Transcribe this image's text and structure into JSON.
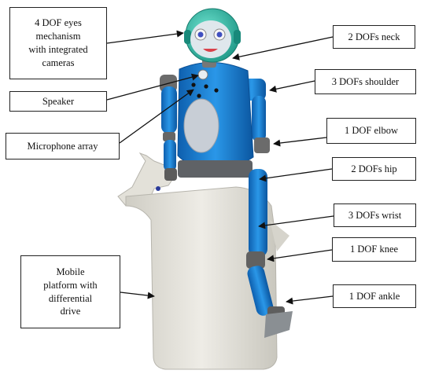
{
  "figure": {
    "subject": "humanoid robot with blue body and teal head mounted on white mobile base",
    "colors": {
      "robot_blue": "#1f86d6",
      "head_teal": "#2bb7a5",
      "base_white": "#e6e4dc",
      "joint_gray": "#6d6d6d",
      "box_border": "#222222"
    }
  },
  "labels": {
    "eyes": "4 DOF eyes\nmechanism\nwith integrated\ncameras",
    "speaker": "Speaker",
    "mic": "Microphone array",
    "platform": "Mobile\nplatform with\ndifferential\ndrive",
    "neck": "2 DOFs neck",
    "shoulder": "3 DOFs shoulder",
    "elbow": "1 DOF elbow",
    "hip": "2 DOFs hip",
    "wrist": "3 DOFs wrist",
    "knee": "1 DOF knee",
    "ankle": "1 DOF ankle"
  }
}
